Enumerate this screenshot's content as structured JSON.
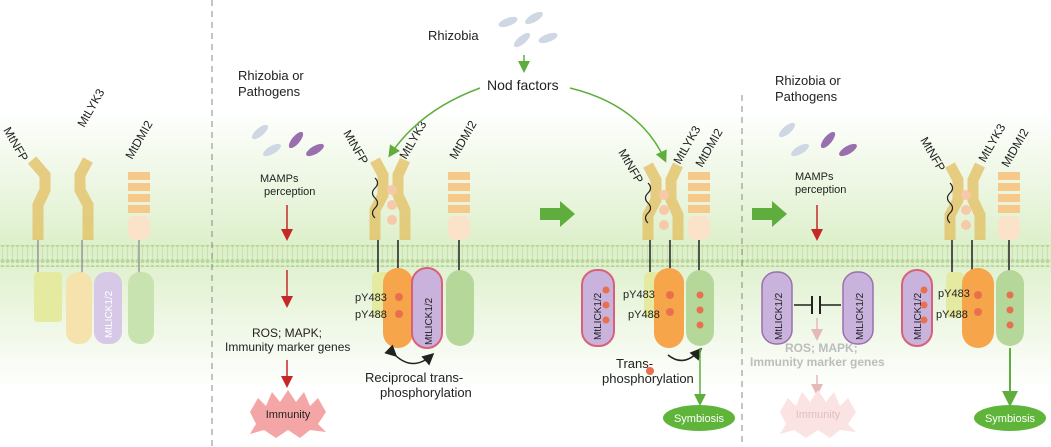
{
  "colors": {
    "background_green": "#dcefc9",
    "membrane": "#cfe3b8",
    "receptor_yellow": "#f8e2a0",
    "receptor_yellow_stroke": "#e3be5f",
    "lick_purple": "#c9b3dd",
    "lick_stroke": "#d9607a",
    "dmi2_green": "#b5d79a",
    "orange_kinase": "#f6a54a",
    "arrow_red": "#c62828",
    "arrow_green": "#5fae3d",
    "phospho_dot": "#e8704f",
    "immunity_burst": "#f4a6a6",
    "symbiosis_fill": "#5fb53a"
  },
  "panel1": {
    "nfp_label": "MtNFP",
    "lyk3_label": "MtLYK3",
    "dmi2_label": "MtDMI2",
    "lick_label": "MtLICK1/2"
  },
  "panel2": {
    "source_label": "Rhizobia or\nPathogens",
    "perception_label": "MAMPs\nperception",
    "ros_label": "ROS; MAPK;\nImmunity marker genes",
    "immunity_label": "Immunity",
    "nfp_label": "MtNFP",
    "lyk3_label": "MtLYK3",
    "dmi2_label": "MtDMI2",
    "lick_label": "MtLICK1/2",
    "py483": "pY483",
    "py488": "pY488",
    "trans_label": "Reciprocal trans-\nphosphorylation"
  },
  "top": {
    "rhizobia_label": "Rhizobia",
    "nod_label": "Nod factors"
  },
  "panel3": {
    "nfp_label": "MtNFP",
    "lyk3_label": "MtLYK3",
    "dmi2_label": "MtDMI2",
    "lick_label": "MtLICK1/2",
    "py483": "pY483",
    "py488": "pY488",
    "trans_label": "Trans-\nphosphorylation",
    "symbiosis_label": "Symbiosis"
  },
  "panel4": {
    "source_label": "Rhizobia or\nPathogens",
    "perception_label": "MAMPs\nperception",
    "lick_left_label": "MtLICK1/2",
    "lick_right_label": "MtLICK1/2",
    "ros_label": "ROS; MAPK;\nImmunity marker genes",
    "immunity_label": "Immunity"
  },
  "panel5": {
    "nfp_label": "MtNFP",
    "lyk3_label": "MtLYK3",
    "dmi2_label": "MtDMI2",
    "lick_label": "MtLICK1/2",
    "py483": "pY483",
    "py488": "pY488",
    "symbiosis_label": "Symbiosis"
  }
}
